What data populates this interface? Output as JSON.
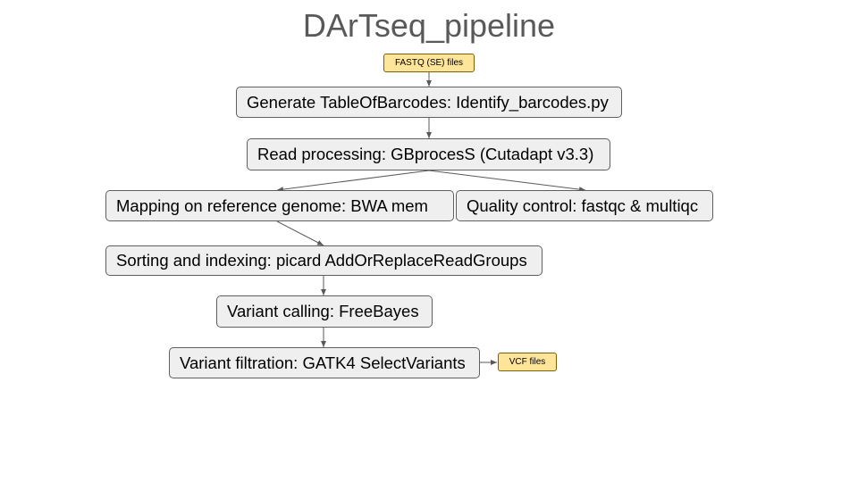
{
  "slide": {
    "title": "DArTseq_pipeline"
  },
  "inputs": {
    "fastq_files": "FASTQ (SE) files"
  },
  "steps": {
    "generate_barcodes": "Generate TableOfBarcodes: Identify_barcodes.py",
    "read_processing": "Read processing: GBprocesS (Cutadapt v3.3)",
    "mapping": "Mapping on reference genome: BWA mem",
    "quality_control": "Quality control: fastqc & multiqc",
    "sorting_indexing": "Sorting and indexing: picard AddOrReplaceReadGroups",
    "variant_calling": "Variant calling: FreeBayes",
    "variant_filtration": "Variant filtration: GATK4 SelectVariants"
  },
  "outputs": {
    "vcf_files": "VCF files"
  },
  "colors": {
    "step_fill": "#efefef",
    "step_border": "#5f5f5f",
    "file_fill": "#ffe599",
    "file_border": "#7f6000",
    "arrow": "#595959",
    "title": "#595959"
  }
}
